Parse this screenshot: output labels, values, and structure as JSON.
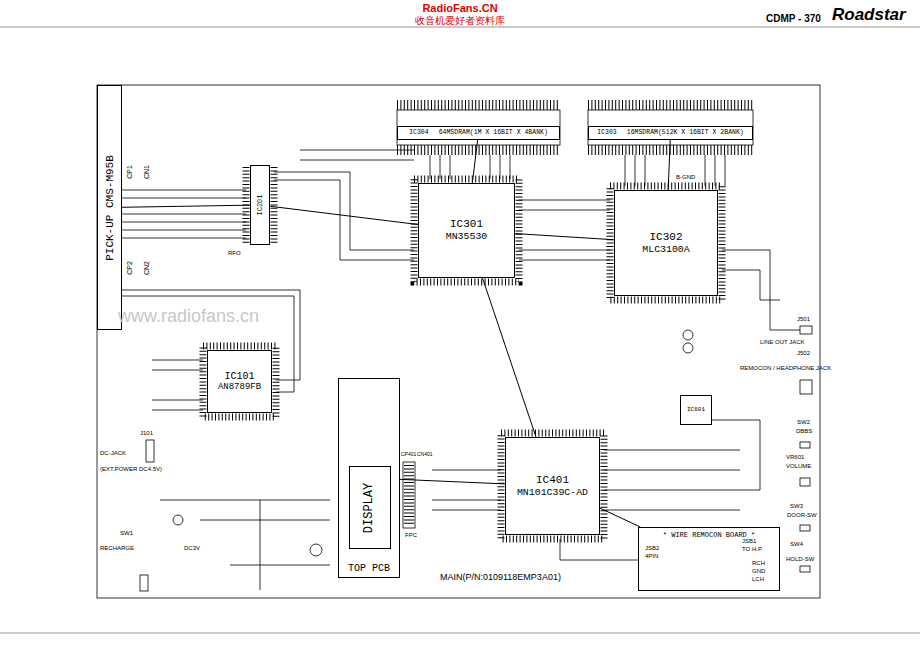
{
  "diagram": {
    "nodes": [
      {
        "text": [
          "PICK-UP CMS-M95B"
        ]
      },
      {
        "text": [
          "IC304",
          "64MSDRAM(1M X 16BIT X 4BANK)"
        ]
      },
      {
        "text": [
          "IC303",
          "16MSDRAM(512K X 16BIT X 2BANK)"
        ]
      },
      {
        "text": [
          "IC201"
        ]
      },
      {
        "text": [
          "IC301",
          "MN35530"
        ]
      },
      {
        "text": [
          "IC302",
          "MLC3100A"
        ]
      },
      {
        "text": [
          "IC101",
          "AN8789FB"
        ]
      },
      {
        "text": [
          "TOP PCB"
        ]
      },
      {
        "text": [
          "DISPLAY"
        ],
        "in": 7
      },
      {
        "text": [
          "IC601"
        ]
      },
      {
        "text": [
          "IC401",
          "MN101C39C-AD"
        ]
      },
      {
        "text": [
          "* WIRE REMOCON BOARD *"
        ]
      }
    ],
    "edges": [
      {
        "from": 0,
        "to": 3,
        "arrow": "none"
      },
      {
        "from": 3,
        "to": 4,
        "arrow": "none"
      },
      {
        "from": 4,
        "to": 1,
        "arrow": "none"
      },
      {
        "from": 4,
        "to": 5,
        "arrow": "none"
      },
      {
        "from": 5,
        "to": 2,
        "arrow": "none"
      },
      {
        "from": 4,
        "to": 10,
        "arrow": "none"
      },
      {
        "from": 7,
        "to": 10,
        "arrow": "none"
      },
      {
        "from": 10,
        "to": 11,
        "arrow": "none"
      }
    ],
    "labels": [
      "RadioFans.CN",
      "收音机爱好者资料库",
      "CDMP - 370",
      "Roadstar",
      "CP1",
      "CN1",
      "CP2",
      "CN2",
      "RFO",
      "www.radiofans.cn",
      "B-GND",
      "J501",
      "LINE OUT JACK",
      "J502",
      "REMOCON / HEADPHONE JACK",
      "SW2",
      "DBBS",
      "VR601",
      "VOLUME",
      "SW3",
      "DOOR-SW",
      "SW4",
      "HOLD-SW",
      "J101",
      "DC-JACK",
      "(EXT.POWER DC4.5V)",
      "SW1",
      "RECHARGE",
      "DC3V",
      "CP401",
      "CN401",
      "FPC",
      "MAIN(P/N:0109118EMP3A01)",
      "JSB2",
      "4PIN",
      "JSB1",
      "TO H.P.",
      "RCH",
      "GND",
      "LCH"
    ]
  }
}
